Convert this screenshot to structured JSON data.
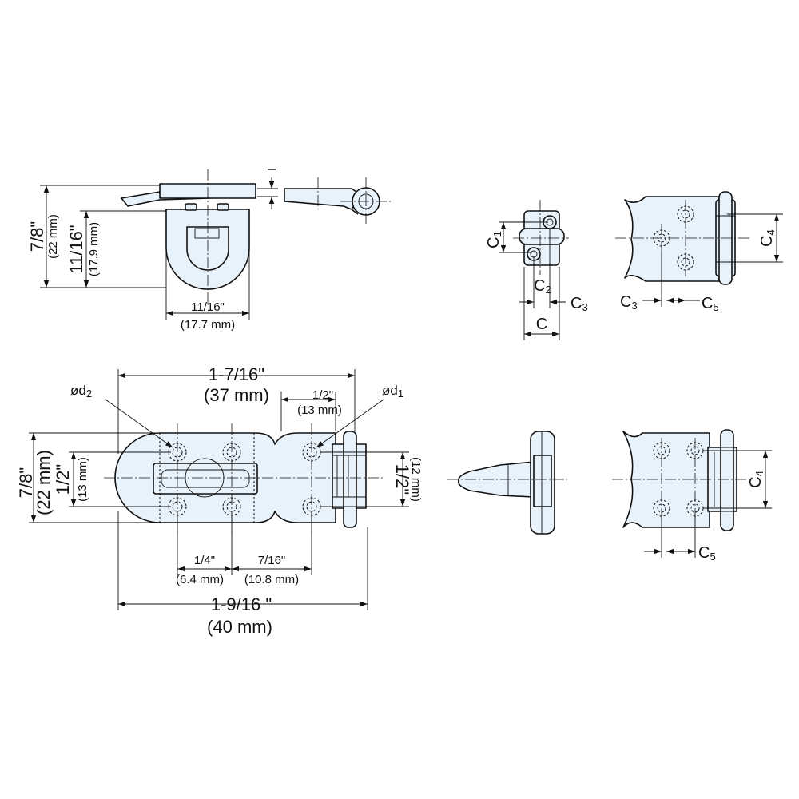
{
  "colors": {
    "part_fill": "#e8f2fb",
    "line": "#111111",
    "background": "#ffffff"
  },
  "top_view": {
    "height_in": "7/8\"",
    "height_mm": "(22 mm)",
    "depth_in": "11/16\"",
    "depth_mm": "(17.9 mm)",
    "width_in": "11/16\"",
    "width_mm": "(17.7 mm)",
    "thickness_symbol": "I"
  },
  "front_view": {
    "overall_width_in": "1-7/16\"",
    "overall_width_mm": "(37 mm)",
    "total_width_in": "1-9/16 \"",
    "total_width_mm": "(40 mm)",
    "height_in": "7/8\"",
    "height_mm": "(22 mm)",
    "slot_height_in": "1/2\"",
    "slot_height_mm": "(13 mm)",
    "hinge_hole_spacing_in": "1/2\"",
    "hinge_hole_spacing_mm": "(12 mm)",
    "hinge_hole_width_in": "1/2\"",
    "hinge_hole_width_mm": "(13 mm)",
    "hole_pitch_in": "1/4\"",
    "hole_pitch_mm": "(6.4 mm)",
    "hole_offset_in": "7/16\"",
    "hole_offset_mm": "(10.8 mm)",
    "hole_d2_prefix": "ød",
    "hole_d2_sub": "2",
    "hole_d1_prefix": "ød",
    "hole_d1_sub": "1"
  },
  "staple_view": {
    "c": "C",
    "c1": "C",
    "c1_sub": "1",
    "c2": "C",
    "c2_sub": "2",
    "c3": "C",
    "c3_sub": "3"
  },
  "hinge_top_view": {
    "c3": "C",
    "c3_sub": "3",
    "c4": "C",
    "c4_sub": "4",
    "c5": "C",
    "c5_sub": "5"
  },
  "hinge_bottom_view": {
    "c4": "C",
    "c4_sub": "4",
    "c5": "C",
    "c5_sub": "5"
  }
}
